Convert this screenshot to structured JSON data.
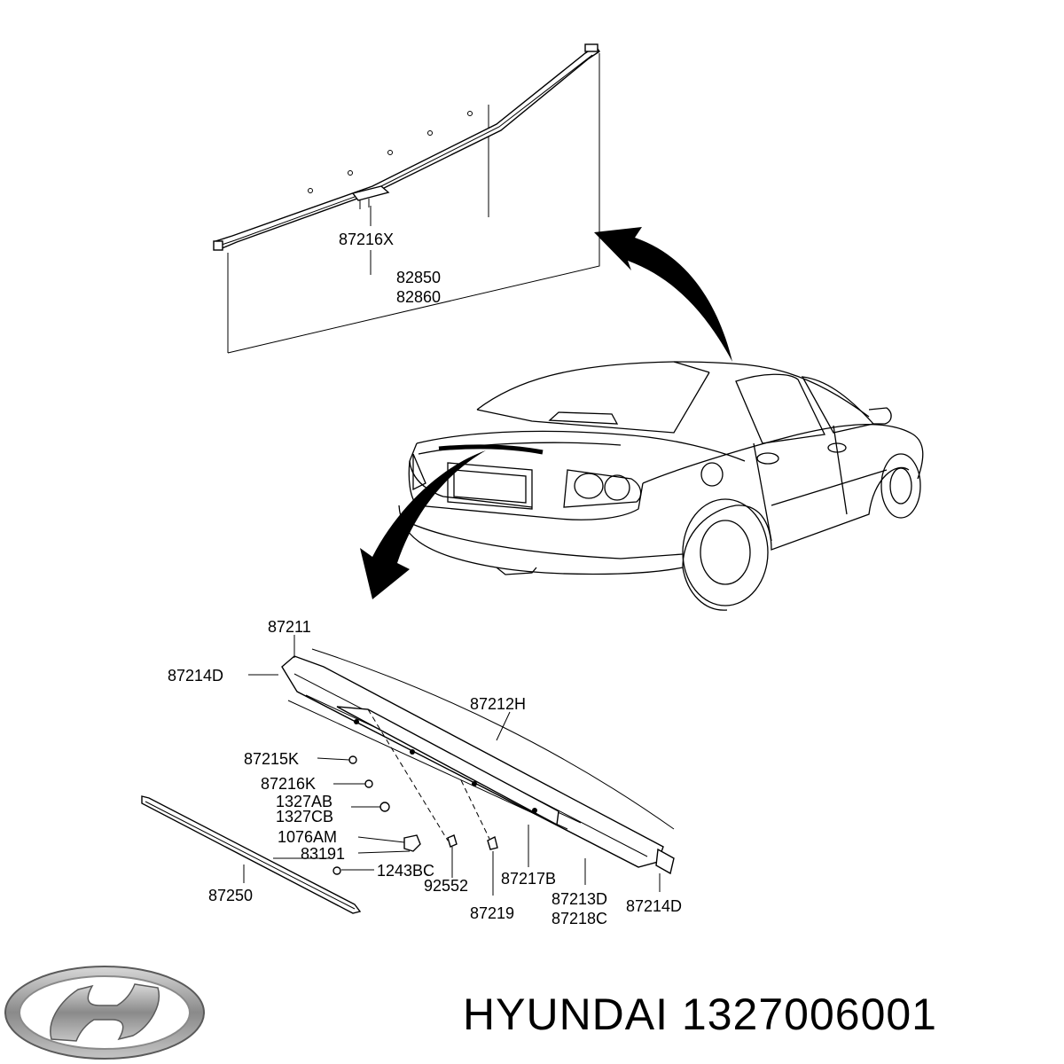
{
  "diagram": {
    "upper_labels": {
      "clip": "87216X",
      "molding_lh": "82850",
      "molding_rh": "82860"
    },
    "lower_labels": {
      "trim_end": "87211",
      "end_piece_left": "87214D",
      "garnish": "87212H",
      "label_87215k": "87215K",
      "label_87216k": "87216K",
      "label_1327ab": "1327AB",
      "label_1327cb": "1327CB",
      "label_1076am": "1076AM",
      "label_83191": "83191",
      "label_1243bc": "1243BC",
      "label_92552": "92552",
      "label_87250": "87250",
      "label_87217b": "87217B",
      "label_87219": "87219",
      "label_87213d": "87213D",
      "label_87218c": "87218C",
      "end_piece_right": "87214D"
    }
  },
  "branding": {
    "logo": "hyundai-logo",
    "caption": "HYUNDAI 1327006001"
  }
}
